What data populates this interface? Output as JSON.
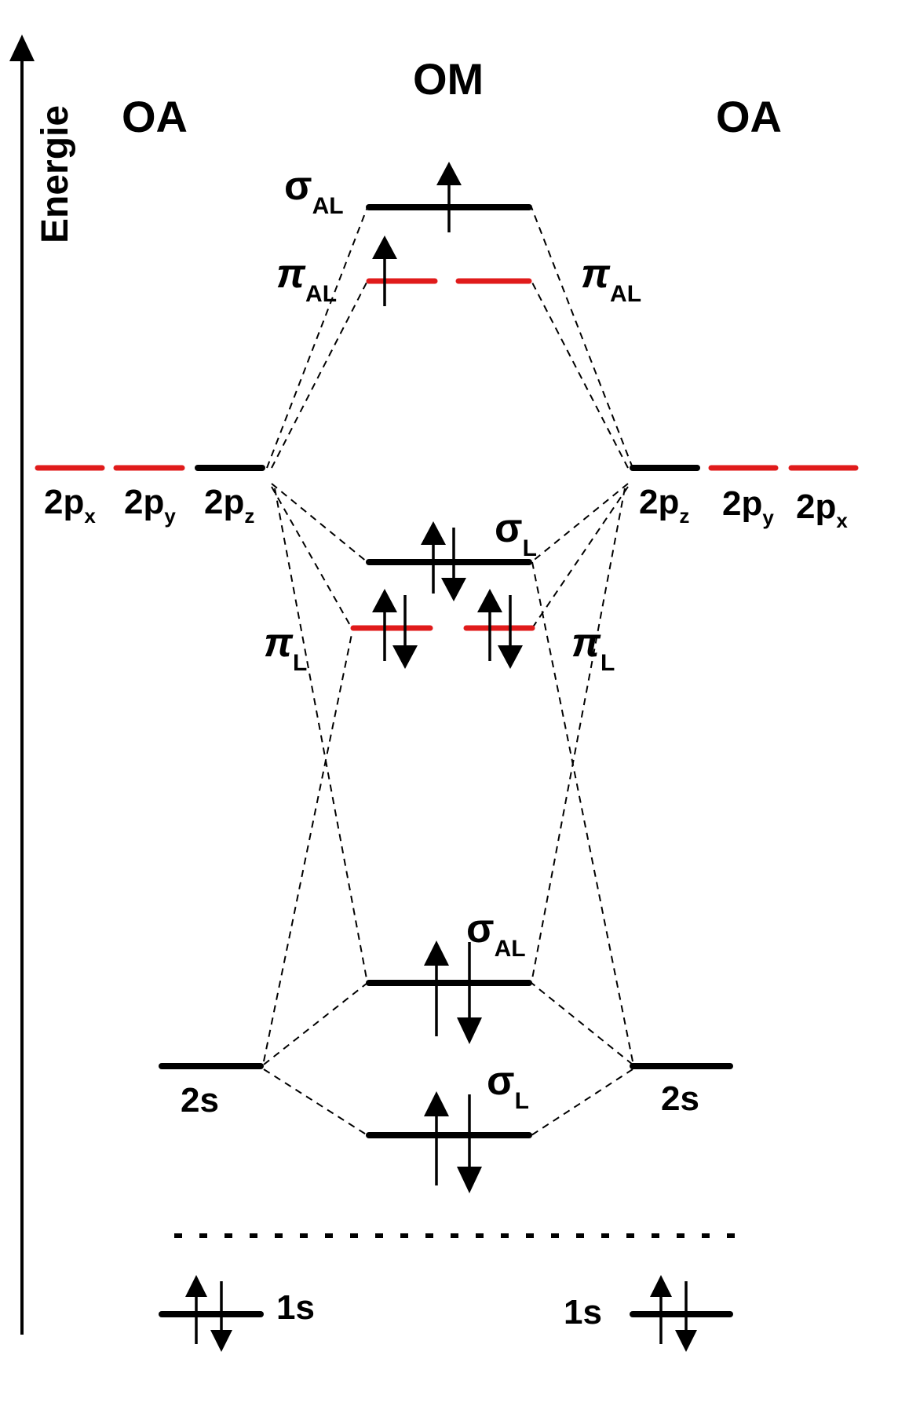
{
  "axis": {
    "label": "Energie"
  },
  "headers": {
    "left": "OA",
    "center": "OM",
    "right": "OA"
  },
  "colors": {
    "om_title": "#1a1aa6",
    "p_orbital": "#e01b1b",
    "line": "#000000"
  },
  "atomic_orbitals": {
    "left": [
      {
        "main": "2p",
        "sub": "x"
      },
      {
        "main": "2p",
        "sub": "y"
      },
      {
        "main": "2p",
        "sub": "z"
      },
      {
        "main": "2s"
      },
      {
        "main": "1s"
      }
    ],
    "right": [
      {
        "main": "2p",
        "sub": "z"
      },
      {
        "main": "2p",
        "sub": "y"
      },
      {
        "main": "2p",
        "sub": "x"
      },
      {
        "main": "2s"
      },
      {
        "main": "1s"
      }
    ]
  },
  "molecular_orbitals": [
    {
      "symbol": "σ",
      "sub": "AL",
      "electrons": 1
    },
    {
      "symbol": "π",
      "sub": "AL",
      "electrons": 1
    },
    {
      "symbol": "π",
      "sub": "AL"
    },
    {
      "symbol": "σ",
      "sub": "L",
      "electrons": 2
    },
    {
      "symbol": "π",
      "sub": "L",
      "electrons": 4
    },
    {
      "symbol": "π",
      "sub": "L"
    },
    {
      "symbol": "σ",
      "sub": "AL",
      "electrons": 2
    },
    {
      "symbol": "σ",
      "sub": "L",
      "electrons": 2
    }
  ]
}
